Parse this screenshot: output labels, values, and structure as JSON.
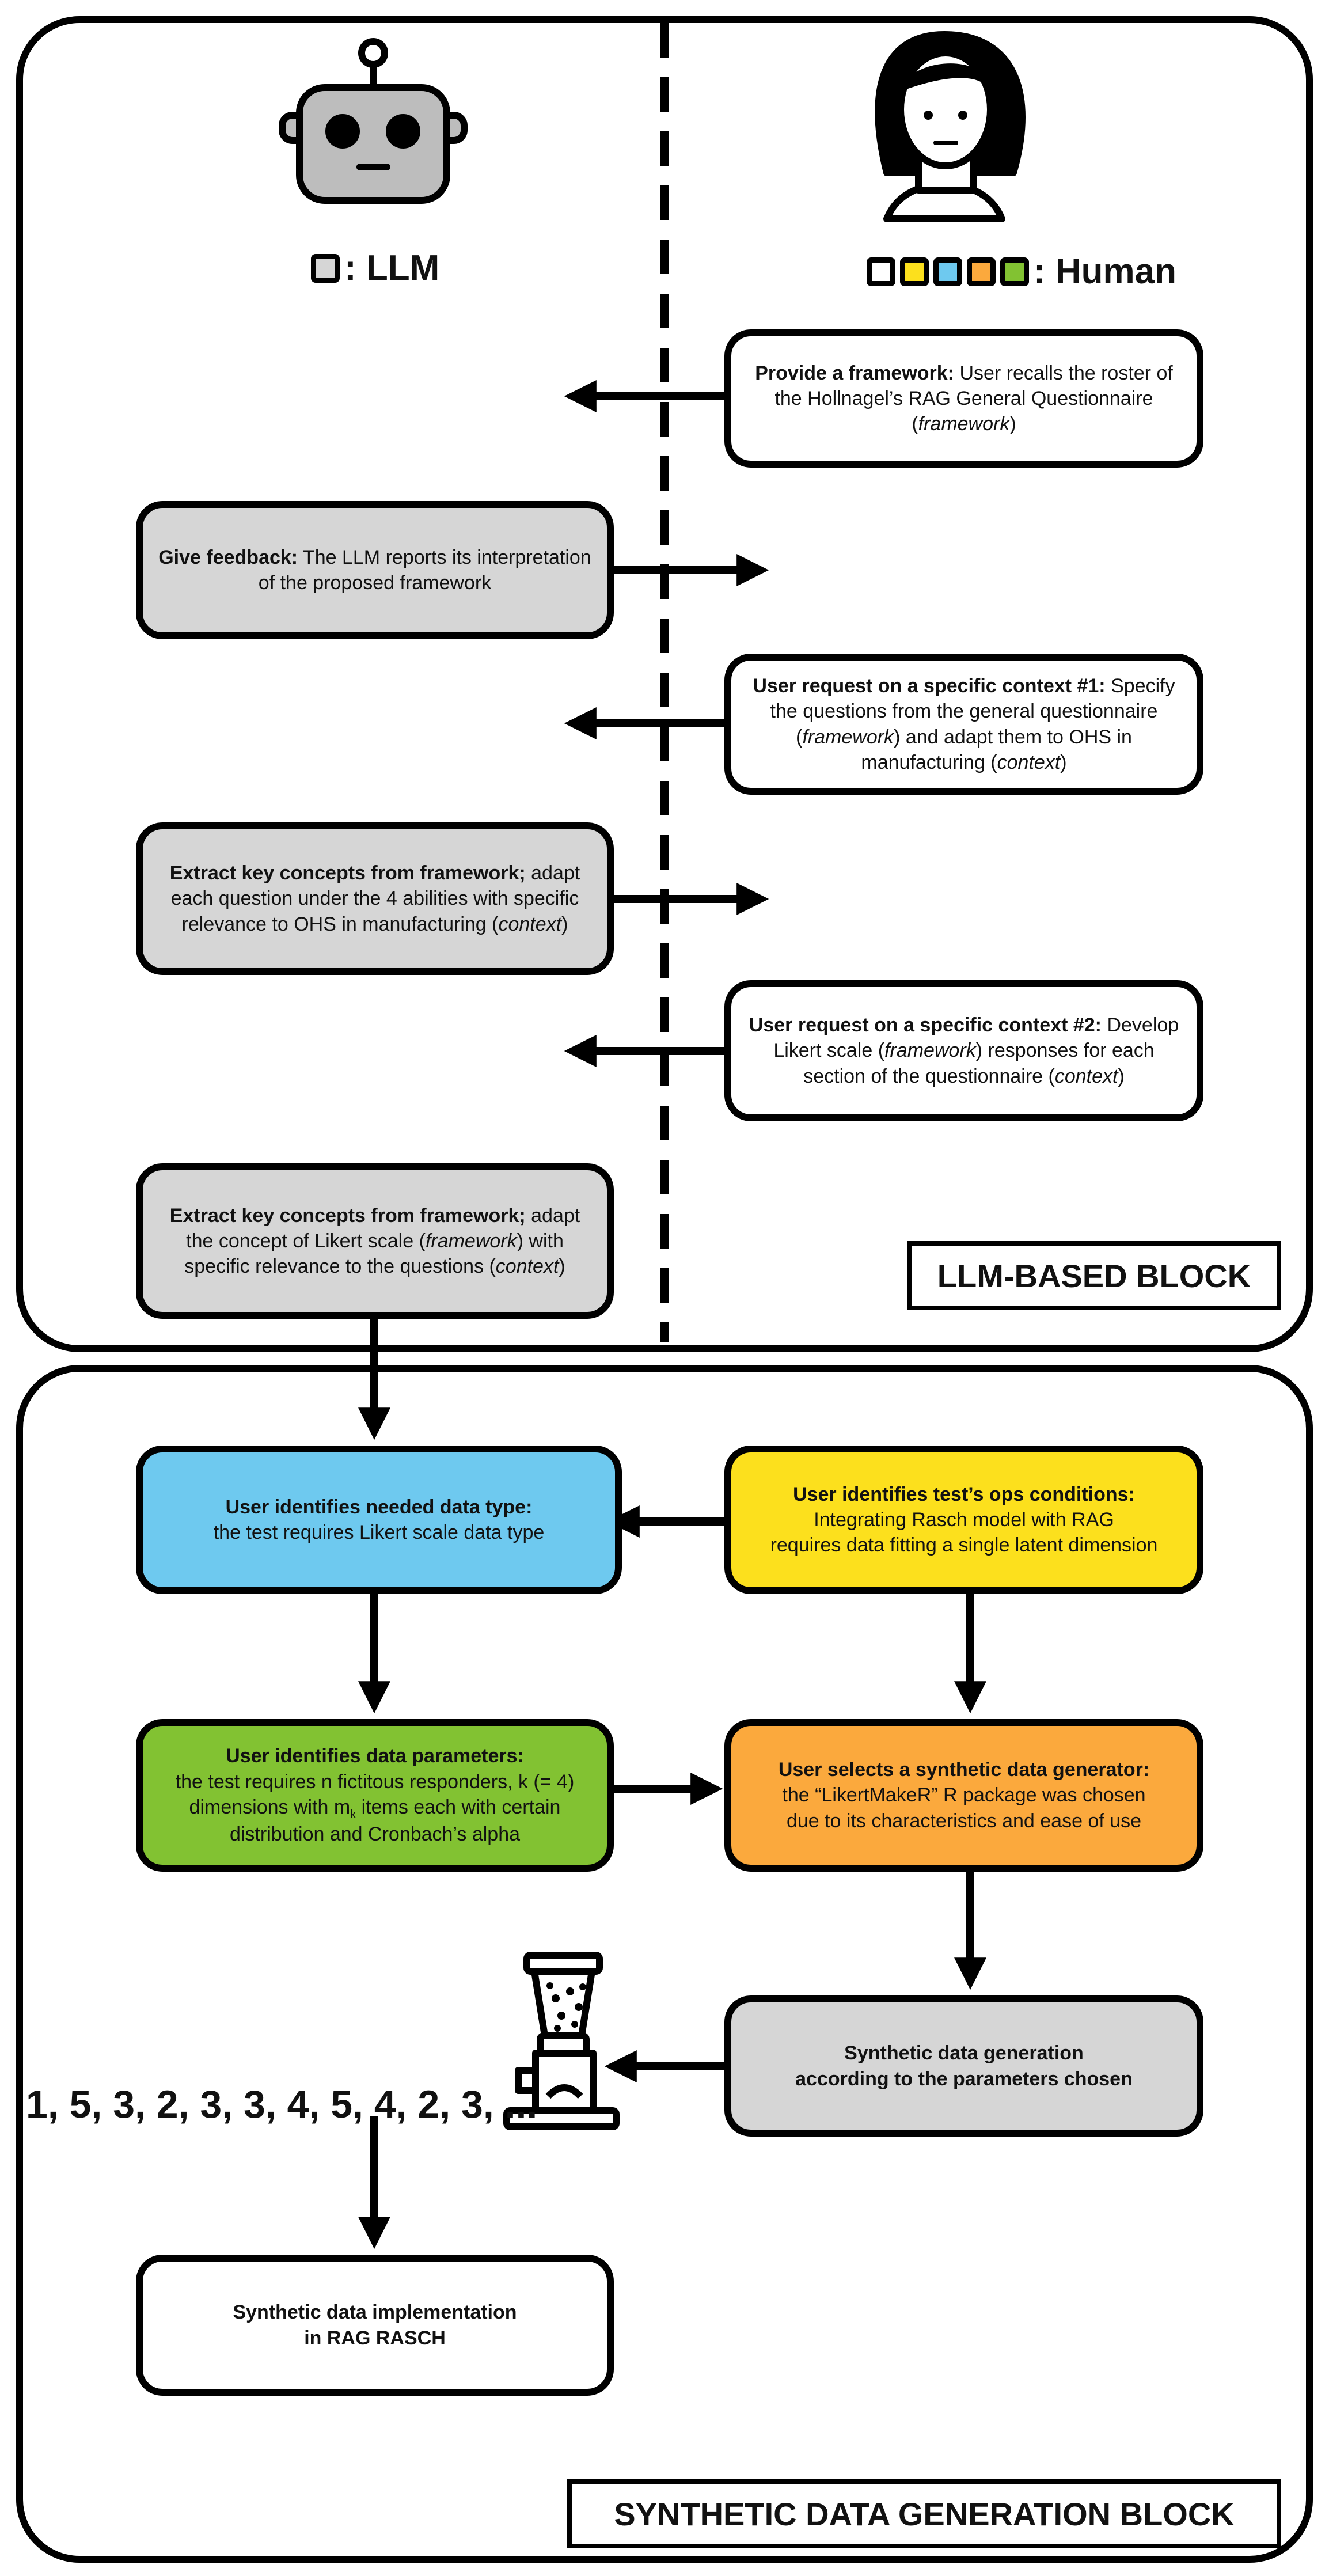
{
  "legend": {
    "llm_label": ": LLM",
    "human_label": ": Human",
    "llm_color": "#d6d6d6",
    "human_colors": [
      "#ffffff",
      "#fce01d",
      "#6ec9ef",
      "#fba93d",
      "#82c232"
    ]
  },
  "llm_block": {
    "label": "LLM-BASED BLOCK",
    "steps": {
      "provide_framework": {
        "bold": "Provide a framework:",
        "text1": " User recalls the roster of the Hollnagel’s RAG General Questionnaire (",
        "italic": "framework",
        "text2": ")"
      },
      "give_feedback": {
        "bold": "Give feedback:",
        "text1": " The LLM reports its interpretation of the proposed framework"
      },
      "context1": {
        "bold": "User request on a specific context #1:",
        "text1": " Specify the questions from the general questionnaire (",
        "italic": "framework",
        "text2": ") and adapt them to OHS in manufacturing (",
        "italic2": "context",
        "text3": ")"
      },
      "extract1": {
        "bold": "Extract key concepts from framework;",
        "text1": " adapt each question under the 4 abilities with specific relevance to OHS in manufacturing (",
        "italic": "context",
        "text2": ")"
      },
      "context2": {
        "bold": "User request on a specific context #2:",
        "text1": " Develop Likert scale (",
        "italic": "framework",
        "text2": ") responses for each section of the questionnaire (",
        "italic2": "context",
        "text3": ")"
      },
      "extract2": {
        "bold": "Extract key concepts from framework;",
        "text1": " adapt the concept of Likert scale (",
        "italic": "framework",
        "text2": ") with specific relevance to the questions (",
        "italic2": "context",
        "text3": ")"
      }
    }
  },
  "synthetic_block": {
    "label": "SYNTHETIC DATA GENERATION BLOCK",
    "steps": {
      "data_type": {
        "bold": "User identifies needed data type:",
        "text1": "the test requires Likert scale data type"
      },
      "ops_conditions": {
        "bold": "User identifies test’s ops conditions:",
        "text1": "Integrating Rasch model with RAG",
        "text2": "requires data fitting a single latent dimension"
      },
      "data_parameters": {
        "bold": "User identifies data parameters:",
        "text1": "the test requires n fictitous responders, k (= 4)",
        "text2": "dimensions with m",
        "sub": "k",
        "text3": " items each with certain",
        "text4": "distribution and Cronbach’s alpha"
      },
      "generator": {
        "bold": "User selects a synthetic data generator:",
        "text1": "the “LikertMakeR” R package was chosen",
        "text2": "due to its characteristics and ease of use"
      },
      "generation": {
        "line1": "Synthetic data generation",
        "line2": "according to the parameters chosen"
      },
      "implementation": {
        "line1": "Synthetic data implementation",
        "line2": "in RAG RASCH"
      }
    },
    "sequence": "1, 5, 3, 2, 3, 3, 4, 5, 4, 2, 3, ..."
  },
  "icons": [
    "robot-icon",
    "woman-icon",
    "grinder-icon"
  ]
}
